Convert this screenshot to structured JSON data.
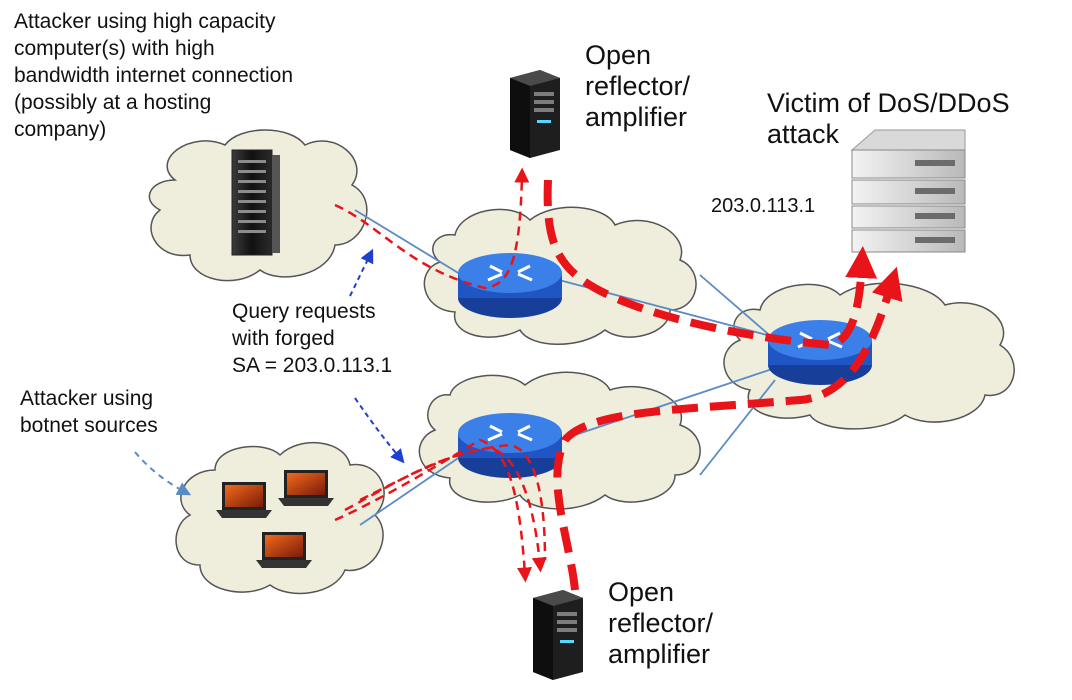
{
  "labels": {
    "attacker_high_capacity": "Attacker using high capacity\ncomputer(s) with high\nbandwidth internet connection\n(possibly at a hosting\ncompany)",
    "reflector_top": "Open\nreflector/\namplifier",
    "reflector_bottom": "Open\nreflector/\namplifier",
    "victim": "Victim of DoS/DDoS\nattack",
    "victim_ip": "203.0.113.1",
    "query_requests": "Query requests\nwith forged\nSA = 203.0.113.1",
    "attacker_botnet": "Attacker using\nbotnet sources"
  },
  "colors": {
    "cloud_fill": "#efeedd",
    "attack_red": "#e8141a",
    "link_blue": "#5a8bc4",
    "router_blue": "#2a6fd6",
    "note_arrow": "#1f3fd1"
  },
  "icons": [
    "server-rack-icon",
    "tower-server-icon",
    "rack-server-icon",
    "router-icon",
    "laptop-icon"
  ]
}
